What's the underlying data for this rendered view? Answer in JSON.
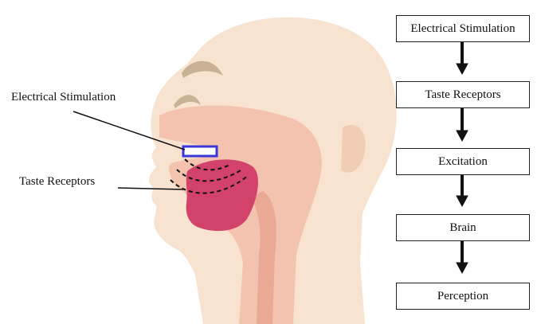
{
  "diagram": {
    "labels": {
      "electrical_stimulation": "Electrical Stimulation",
      "taste_receptors": "Taste Receptors"
    },
    "flow_steps": [
      "Electrical Stimulation",
      "Taste Receptors",
      "Excitation",
      "Brain",
      "Perception"
    ],
    "colors": {
      "skin": "#f7e3d0",
      "inner": "#f1b7a1",
      "tongue": "#d2426a",
      "electrode": "#3a36d8",
      "brow": "#c9b196"
    }
  }
}
